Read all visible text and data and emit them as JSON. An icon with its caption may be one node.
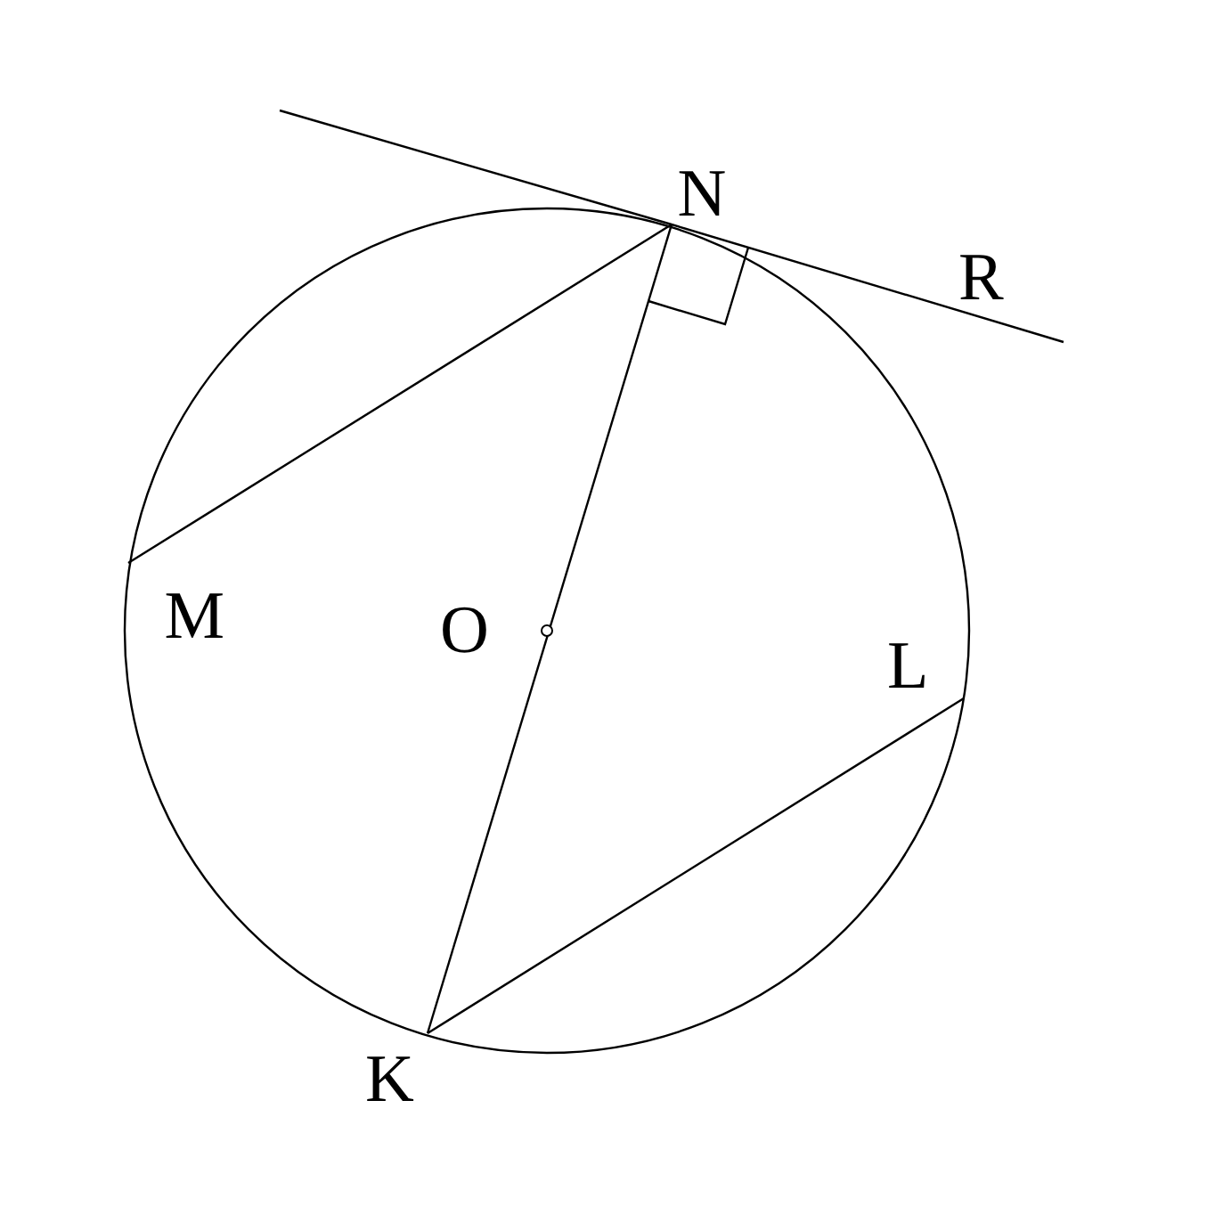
{
  "diagram": {
    "nodes": [
      {
        "text": [
          "N"
        ]
      },
      {
        "text": [
          "M"
        ]
      },
      {
        "text": [
          "O"
        ]
      },
      {
        "text": [
          "L"
        ]
      },
      {
        "text": [
          "K"
        ]
      },
      {
        "text": [
          "R"
        ]
      }
    ],
    "edges": [
      {
        "from": null,
        "to": 0,
        "arrow": "none"
      },
      {
        "from": 0,
        "to": 5,
        "arrow": "none"
      },
      {
        "from": 0,
        "to": 1,
        "arrow": "none"
      },
      {
        "from": 0,
        "to": 4,
        "arrow": "none"
      },
      {
        "from": 4,
        "to": 3,
        "arrow": "none"
      }
    ]
  }
}
